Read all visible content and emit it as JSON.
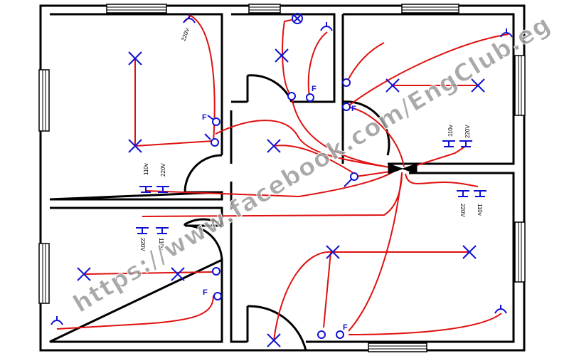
{
  "labels": {
    "v220": "220V",
    "v110": "110v",
    "switch_f": "F"
  },
  "watermark": {
    "text": "https://www.facebook.com/EngClub.eg"
  },
  "colors": {
    "wiring": "#e01010",
    "fixtures": "#1010d0",
    "walls": "#000000",
    "watermark": "#9a9a9a"
  }
}
